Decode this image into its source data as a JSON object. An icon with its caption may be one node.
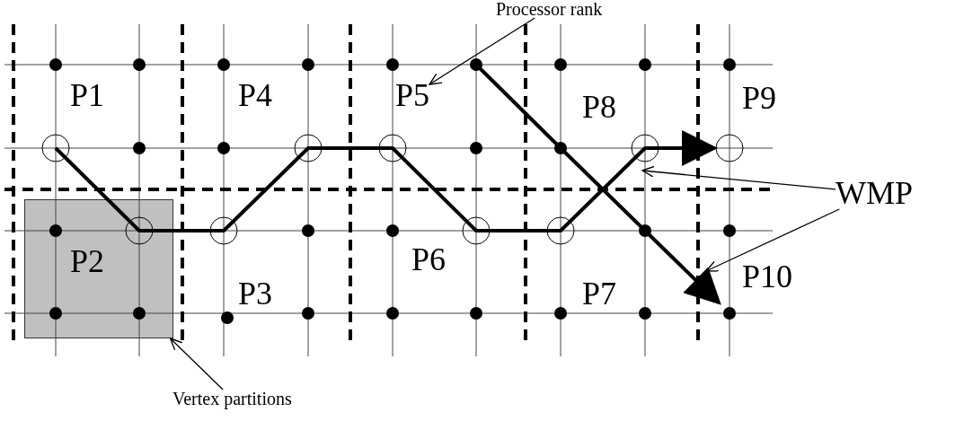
{
  "diagram": {
    "nodes": [
      {
        "text": [
          "Processor rank"
        ]
      },
      {
        "text": [
          "P5"
        ]
      },
      {
        "text": [
          "WMP"
        ]
      },
      {
        "text": [],
        "shape": "box"
      },
      {
        "text": [
          "Vertex partitions"
        ]
      }
    ],
    "edges": [
      {
        "from": 0,
        "to": 1,
        "arrow": "to"
      },
      {
        "from": 2,
        "to": null,
        "arrow": "to"
      },
      {
        "from": 2,
        "to": null,
        "arrow": "to"
      },
      {
        "from": 4,
        "to": 3,
        "arrow": "to"
      }
    ],
    "labels": [
      "P1",
      "P4",
      "P9",
      "P8",
      "P2",
      "P6",
      "P10",
      "P3",
      "P7"
    ]
  }
}
